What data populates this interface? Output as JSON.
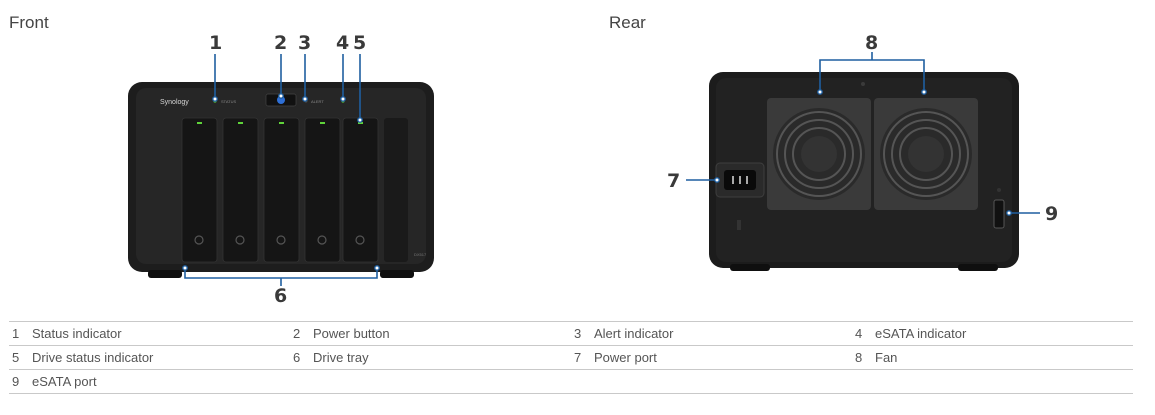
{
  "front": {
    "title": "Front",
    "callouts": [
      "1",
      "2",
      "3",
      "4",
      "5",
      "6"
    ],
    "brand": "Synology",
    "model": "DX517",
    "led_labels": [
      "STATUS",
      "ALERT"
    ]
  },
  "rear": {
    "title": "Rear",
    "callouts": [
      "7",
      "8",
      "9"
    ]
  },
  "legend": [
    [
      {
        "num": "1",
        "label": "Status indicator"
      },
      {
        "num": "2",
        "label": "Power button"
      },
      {
        "num": "3",
        "label": "Alert indicator"
      },
      {
        "num": "4",
        "label": "eSATA indicator"
      }
    ],
    [
      {
        "num": "5",
        "label": "Drive status indicator"
      },
      {
        "num": "6",
        "label": "Drive tray"
      },
      {
        "num": "7",
        "label": "Power port"
      },
      {
        "num": "8",
        "label": "Fan"
      }
    ],
    [
      {
        "num": "9",
        "label": "eSATA port"
      }
    ]
  ],
  "colors": {
    "led_green": "#5fd33a",
    "power_blue": "#2e6fd6",
    "callout_line": "#1f5fa0"
  }
}
